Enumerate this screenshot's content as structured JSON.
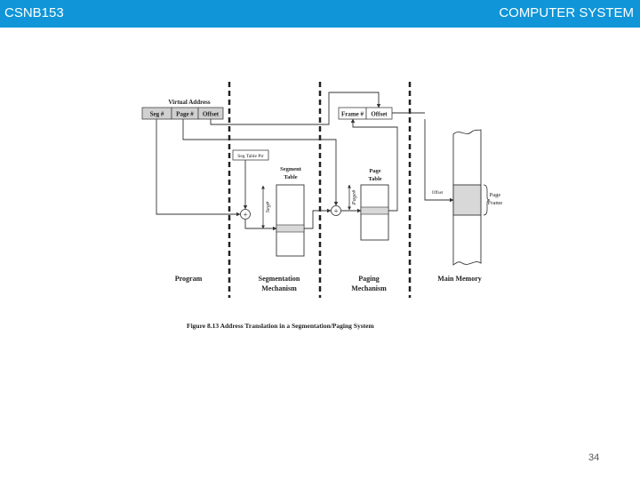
{
  "header": {
    "course_code": "CSNB153",
    "course_title": "COMPUTER SYSTEM",
    "bar_color": "#0f95d8"
  },
  "diagram": {
    "virtual_address_label": "Virtual Address",
    "va_fields": [
      "Seg #",
      "Page #",
      "Offset"
    ],
    "pa_fields": [
      "Frame #",
      "Offset"
    ],
    "seg_table_ptr": "Seg Table Ptr",
    "segment_table_label": [
      "Segment",
      "Table"
    ],
    "page_table_label": [
      "Page",
      "Table"
    ],
    "seg_side_label": "Seg#",
    "page_side_label": "Page#",
    "adder_symbol": "+",
    "memory_offset_label": "Offset",
    "page_frame_label": [
      "Page",
      "Frame"
    ],
    "sections": [
      {
        "line1": "Program",
        "line2": ""
      },
      {
        "line1": "Segmentation",
        "line2": "Mechanism"
      },
      {
        "line1": "Paging",
        "line2": "Mechanism"
      },
      {
        "line1": "Main Memory",
        "line2": ""
      }
    ],
    "caption": "Figure 8.13  Address Translation in a Segmentation/Paging System"
  },
  "footer": {
    "page_number": "34"
  }
}
